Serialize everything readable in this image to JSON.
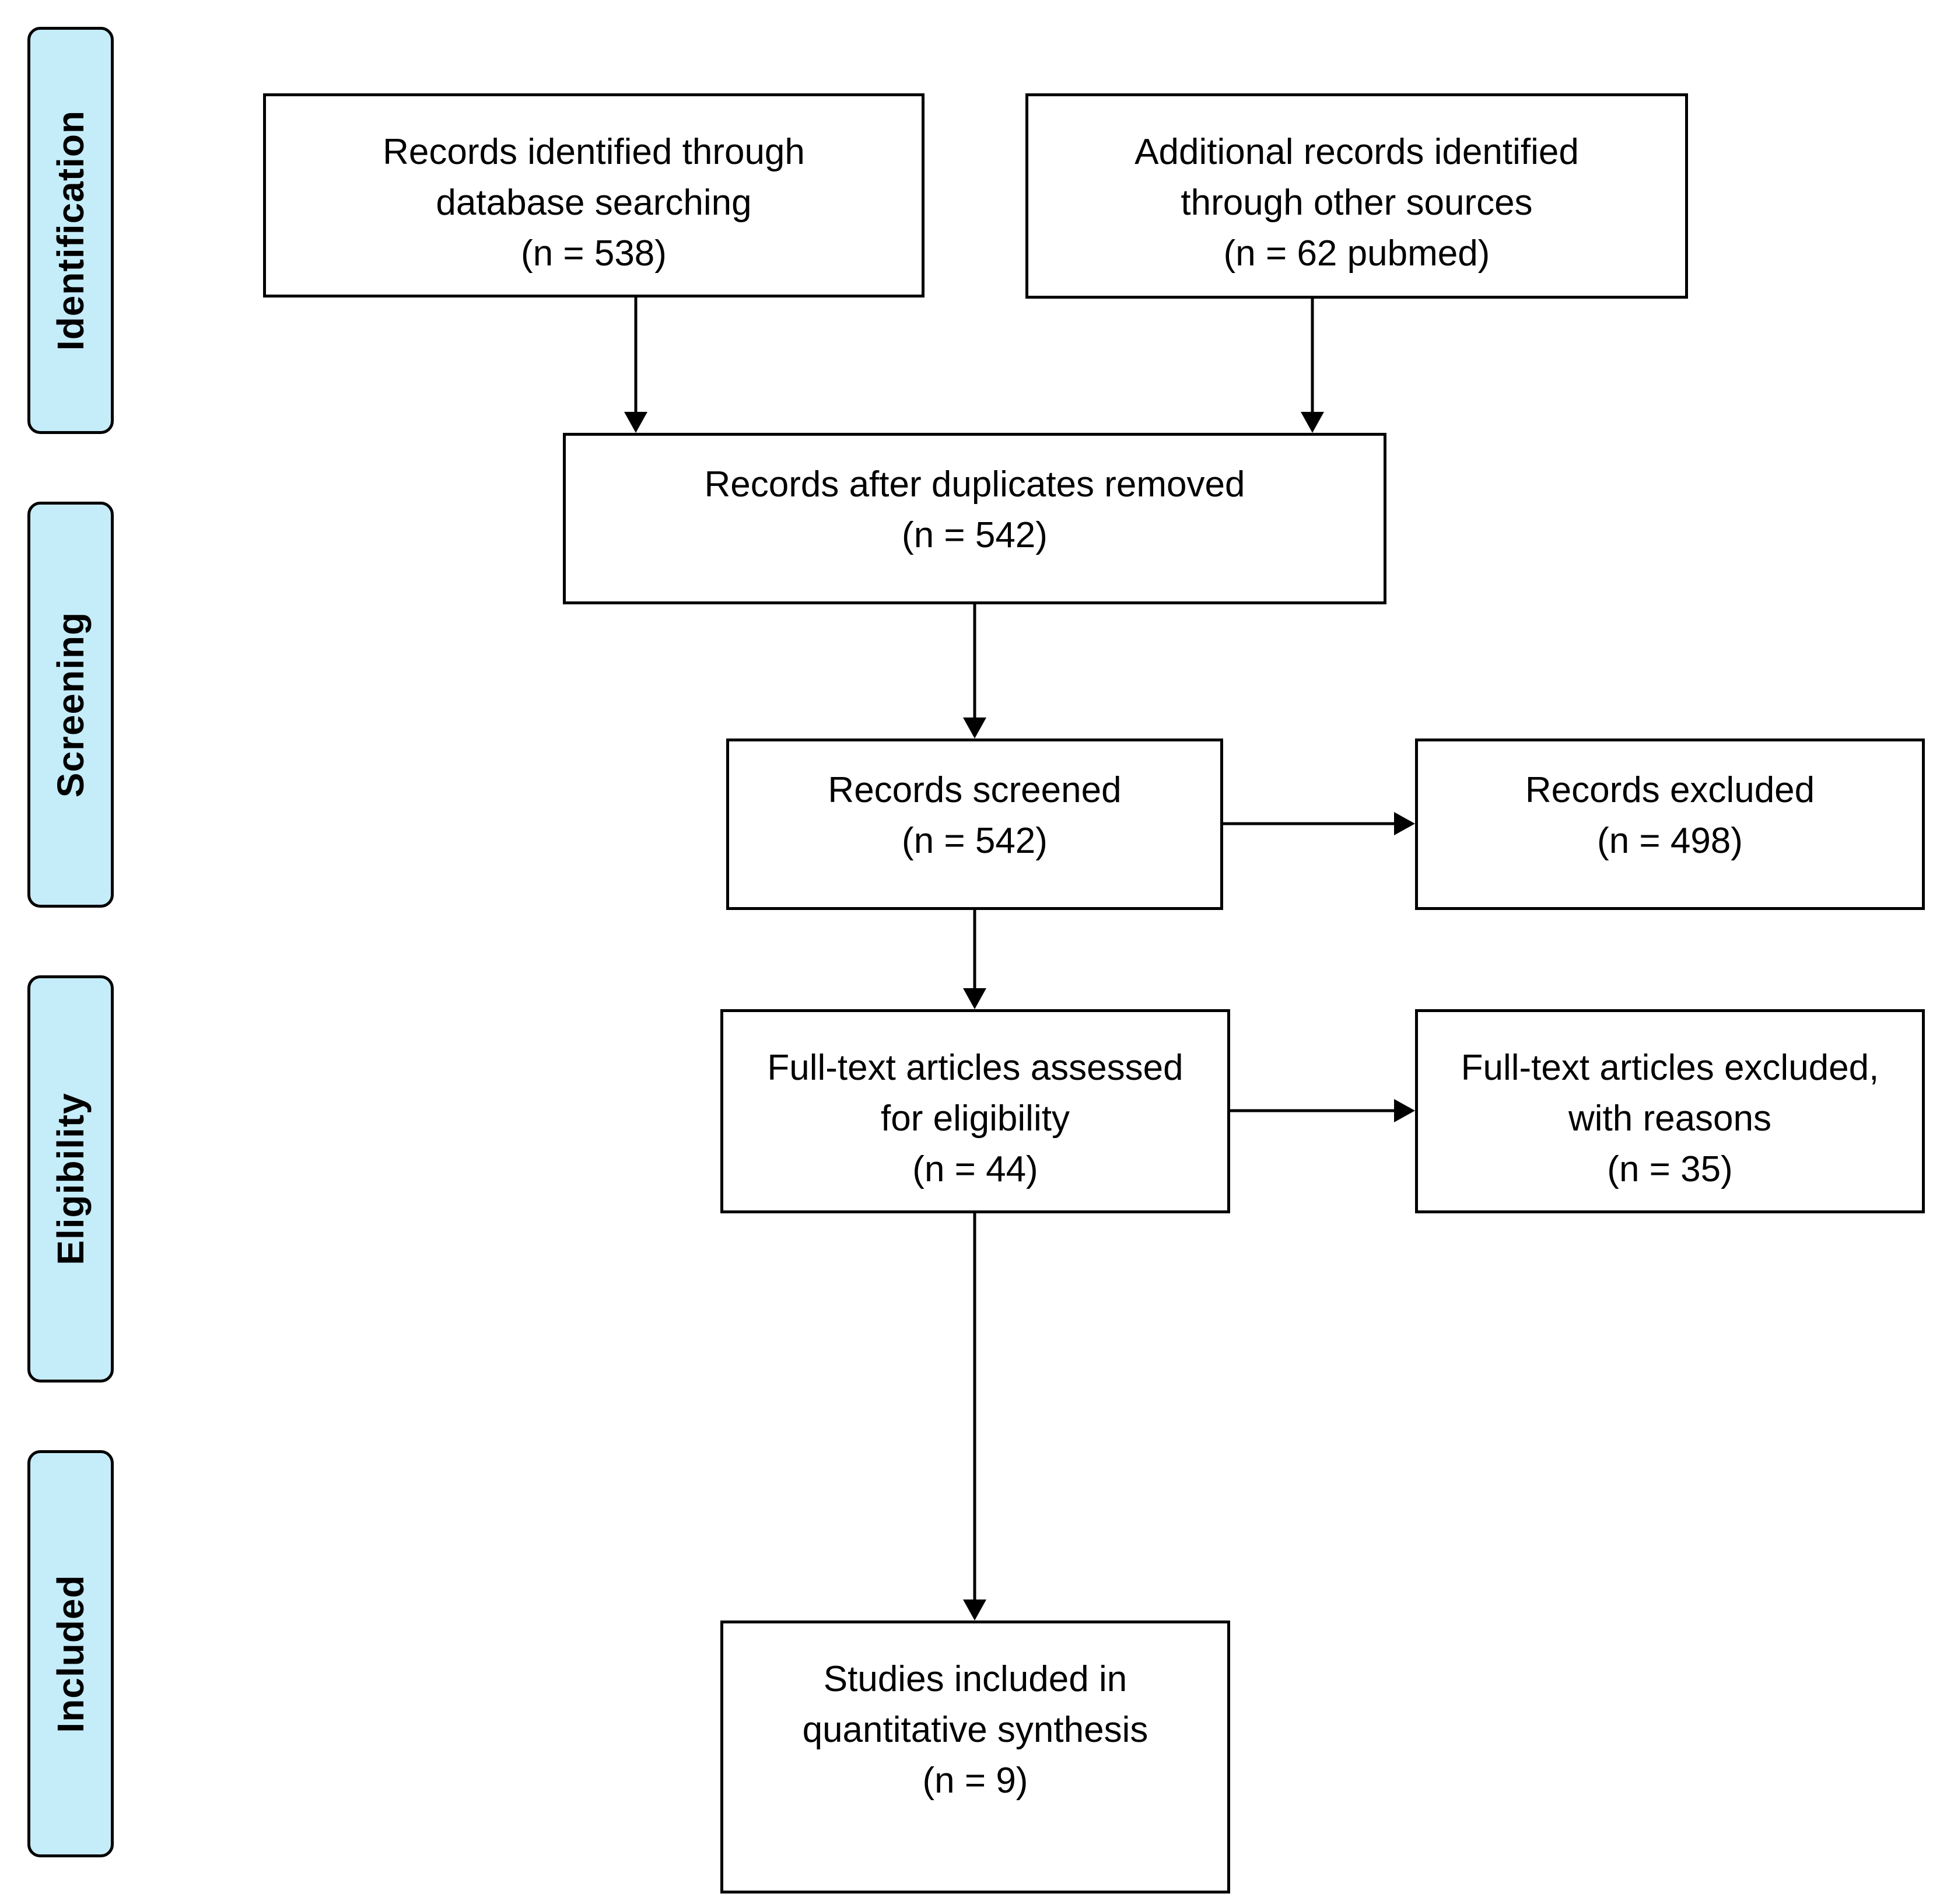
{
  "phases": {
    "identification": "Identification",
    "screening": "Screening",
    "eligibility": "Eligibility",
    "included": "Included"
  },
  "boxes": {
    "database_search": {
      "line1": "Records identified through",
      "line2": "database searching",
      "count": "(n = 538)"
    },
    "other_sources": {
      "line1": "Additional records identified",
      "line2": "through other sources",
      "count": "(n = 62 pubmed)"
    },
    "after_duplicates": {
      "line1": "Records after duplicates removed",
      "count": "(n = 542)"
    },
    "screened": {
      "line1": "Records screened",
      "count": "(n = 542)"
    },
    "excluded": {
      "line1": "Records excluded",
      "count": "(n = 498)"
    },
    "fulltext_assessed": {
      "line1": "Full-text articles assessed",
      "line2": "for eligibility",
      "count": "(n = 44)"
    },
    "fulltext_excluded": {
      "line1": "Full-text articles excluded,",
      "line2": "with reasons",
      "count": "(n = 35)"
    },
    "included": {
      "line1": "Studies included in",
      "line2": "quantitative synthesis",
      "count": "(n = 9)"
    }
  },
  "colors": {
    "phase_fill": "#c5ecf9",
    "stroke": "#000000"
  }
}
